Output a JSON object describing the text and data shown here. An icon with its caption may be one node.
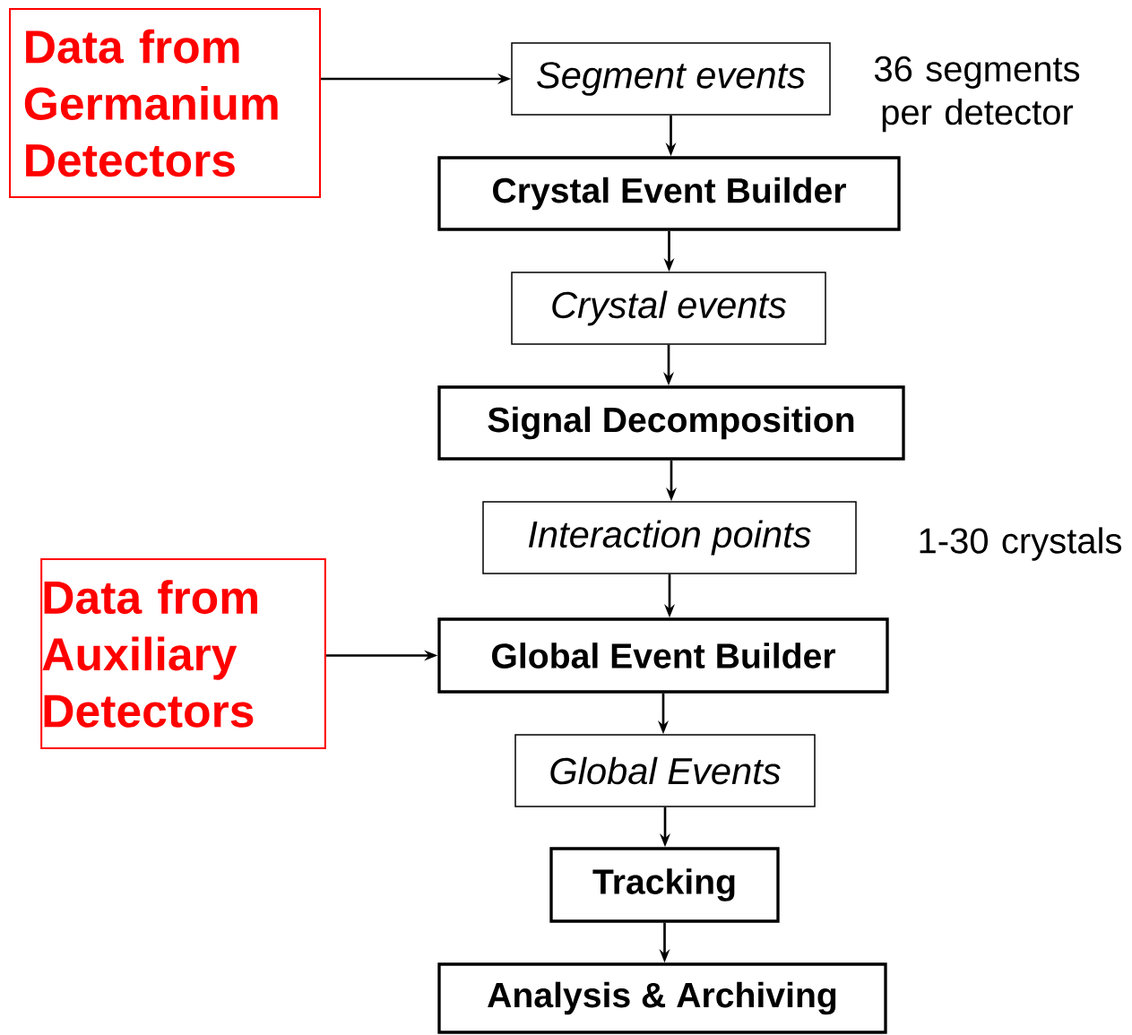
{
  "diagram": {
    "nodes": [
      {
        "text": [
          "Data from Germanium Detectors"
        ]
      },
      {
        "text": [
          "Segment events"
        ],
        "beside": [
          "36 segments per detector"
        ]
      },
      {
        "text": [
          "Crystal Event Builder"
        ]
      },
      {
        "text": [
          "Crystal events"
        ]
      },
      {
        "text": [
          "Signal Decomposition"
        ]
      },
      {
        "text": [
          "Interaction points"
        ],
        "beside": [
          "1-30 crystals"
        ]
      },
      {
        "text": [
          "Data from Auxiliary Detectors"
        ]
      },
      {
        "text": [
          "Global Event Builder"
        ]
      },
      {
        "text": [
          "Global Events"
        ]
      },
      {
        "text": [
          "Tracking"
        ]
      },
      {
        "text": [
          "Analysis & Archiving"
        ]
      }
    ],
    "edges": [
      {
        "from": 0,
        "to": 1,
        "arrow": "to"
      },
      {
        "from": 1,
        "to": 2,
        "arrow": "to"
      },
      {
        "from": 2,
        "to": 3,
        "arrow": "to"
      },
      {
        "from": 3,
        "to": 4,
        "arrow": "to"
      },
      {
        "from": 4,
        "to": 5,
        "arrow": "to"
      },
      {
        "from": 5,
        "to": 7,
        "arrow": "to"
      },
      {
        "from": 6,
        "to": 7,
        "arrow": "to"
      },
      {
        "from": 7,
        "to": 8,
        "arrow": "to"
      },
      {
        "from": 8,
        "to": 9,
        "arrow": "to"
      },
      {
        "from": 9,
        "to": 10,
        "arrow": "to"
      }
    ]
  }
}
